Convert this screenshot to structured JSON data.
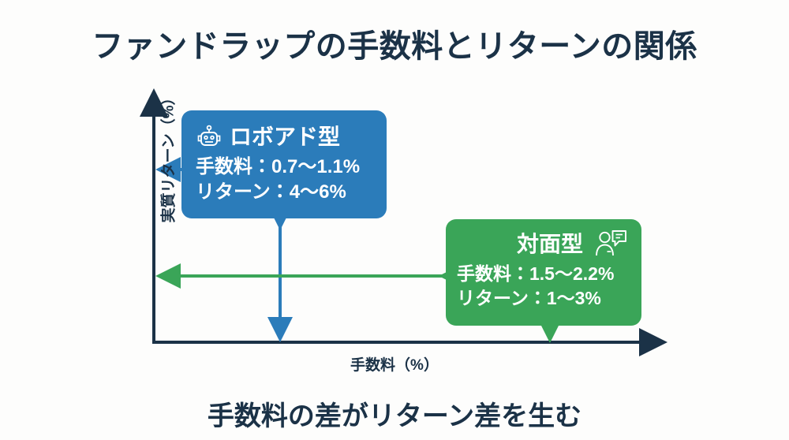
{
  "page": {
    "title": "ファンドラップの手数料とリターンの関係",
    "caption": "手数料の差がリターン差を生む",
    "background_color": "#fdfdfc",
    "title_color": "#1b3247"
  },
  "axes": {
    "y_label": "実質リターン（%）",
    "x_label": "手数料（%）",
    "axis_color": "#1b3247"
  },
  "cards": {
    "robo": {
      "title": "ロボアド型",
      "icon": "robot-icon",
      "fee_line": "手数料：0.7〜1.1%",
      "return_line": "リターン：4〜6%",
      "color": "#2b7cba"
    },
    "facetoface": {
      "title": "対面型",
      "icon": "person-chat-icon",
      "fee_line": "手数料：1.5〜2.2%",
      "return_line": "リターン：1〜3%",
      "color": "#3aa558"
    }
  },
  "chart_data": {
    "type": "scatter",
    "title": "ファンドラップの手数料とリターンの関係",
    "xlabel": "手数料（%）",
    "ylabel": "実質リターン（%）",
    "xlim": [
      0,
      2.6
    ],
    "ylim": [
      0,
      7
    ],
    "grid": false,
    "legend": "none",
    "annotations": [
      "手数料の差がリターン差を生む"
    ],
    "series": [
      {
        "name": "ロボアド型",
        "color": "#2b7cba",
        "fee_range_pct": [
          0.7,
          1.1
        ],
        "return_range_pct": [
          4,
          6
        ],
        "fee_label": "手数料：0.7〜1.1%",
        "return_label": "リターン：4〜6%"
      },
      {
        "name": "対面型",
        "color": "#3aa558",
        "fee_range_pct": [
          1.5,
          2.2
        ],
        "return_range_pct": [
          1,
          3
        ],
        "fee_label": "手数料：1.5〜2.2%",
        "return_label": "リターン：1〜3%"
      }
    ],
    "connectors": [
      {
        "name": "robo-return-to-y-axis",
        "color": "#2b7cba",
        "direction": "left",
        "from": "ロボアド型",
        "to": "実質リターン軸"
      },
      {
        "name": "robo-fee-to-x-axis",
        "color": "#2b7cba",
        "direction": "down",
        "from": "ロボアド型",
        "to": "手数料軸"
      },
      {
        "name": "facetoface-return-to-y-axis",
        "color": "#3aa558",
        "direction": "left",
        "from": "対面型",
        "to": "実質リターン軸"
      },
      {
        "name": "facetoface-fee-to-x-axis",
        "color": "#3aa558",
        "direction": "down",
        "from": "対面型",
        "to": "手数料軸"
      }
    ]
  }
}
